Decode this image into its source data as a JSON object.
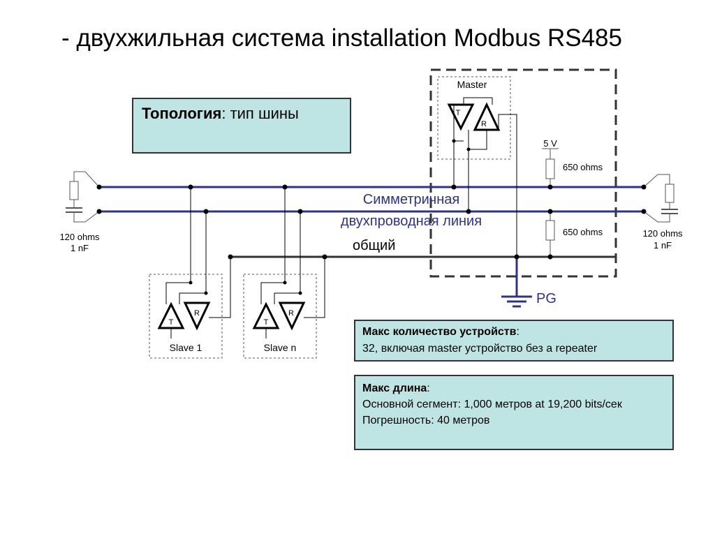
{
  "title": "- двухжильная система installation Modbus RS485",
  "topology": {
    "label": "Топология",
    "sep": ":",
    "value": " тип шины"
  },
  "diagram": {
    "master_label": "Master",
    "slave1_label": "Slave 1",
    "slaven_label": "Slave n",
    "t_letter": "T",
    "r_letter": "R",
    "voltage": "5 V",
    "resistor_top": "650 ohms",
    "resistor_bottom": "650 ohms",
    "termination_left": [
      "120 ohms",
      "1 nF"
    ],
    "termination_right": [
      "120 ohms",
      "1 nF"
    ],
    "line_label": [
      "Симметричная",
      "двухпроводная линия"
    ],
    "common_label": "общий",
    "ground_label": "PG",
    "colors": {
      "bus": "#2e3192",
      "wire": "#000000",
      "common": "#333333"
    }
  },
  "max_devices": {
    "label": "Макс количество устройств",
    "sep": ":",
    "value": "32, включая master устройство без a repeater"
  },
  "max_length": {
    "label": "Макс длина",
    "sep": ":",
    "lines": [
      "Основной сегмент: 1,000 метров at 19,200 bits/сек",
      "Погрешность: 40 метров"
    ]
  }
}
